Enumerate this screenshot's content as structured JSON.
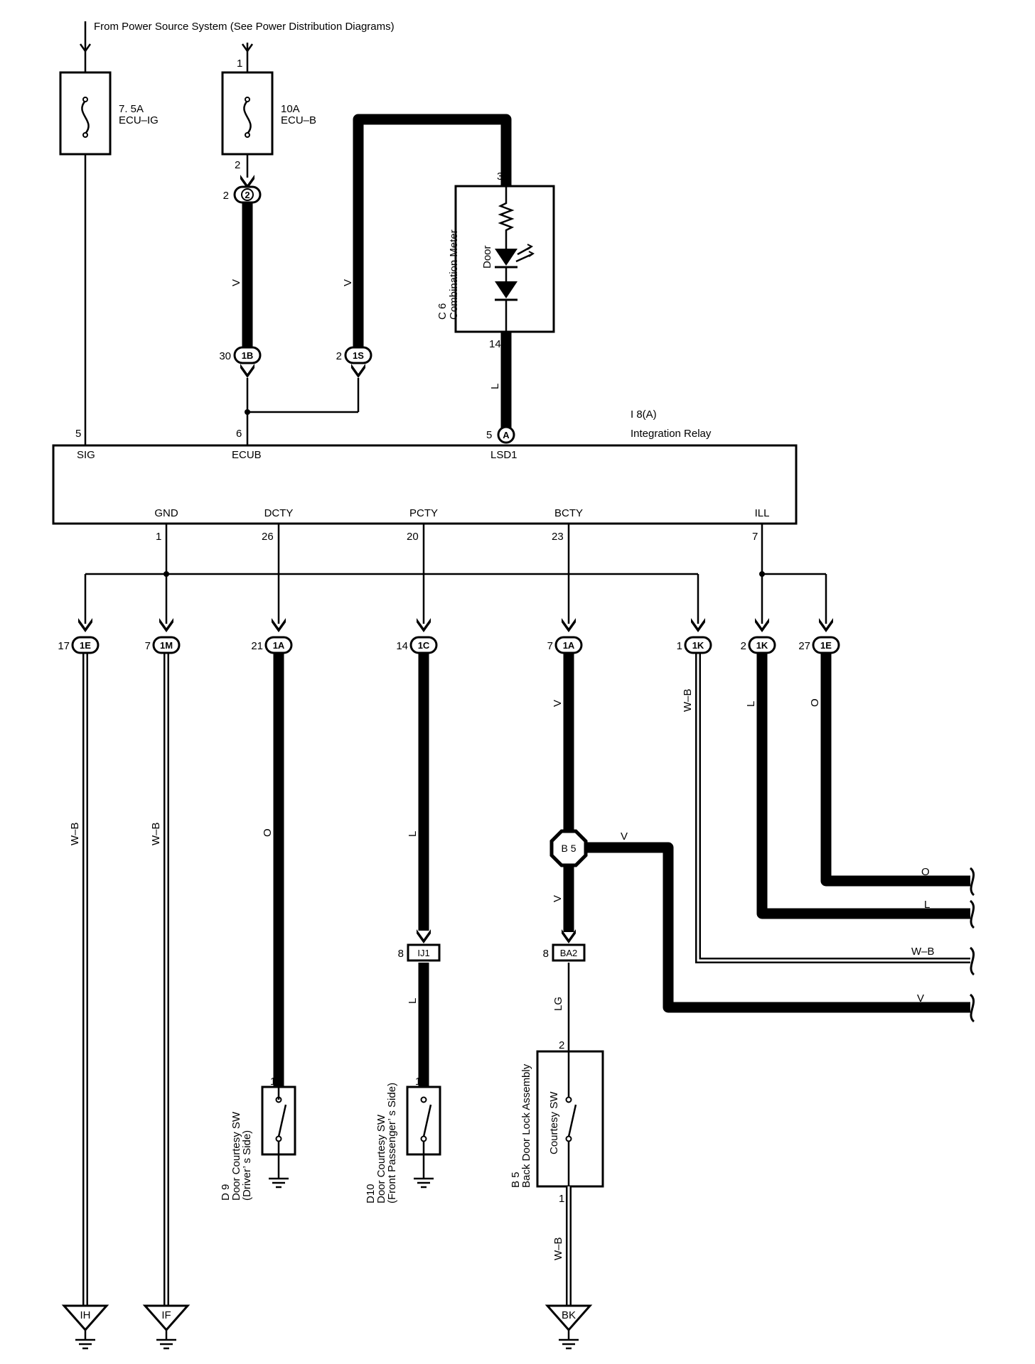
{
  "header": {
    "source_text": "From Power Source System (See Power Distribution Diagrams)"
  },
  "fuses": [
    {
      "rating": "7. 5A",
      "name": "ECU–IG"
    },
    {
      "rating": "10A",
      "name": "ECU–B",
      "pin_in": "1",
      "pin_out": "2"
    }
  ],
  "meter": {
    "code": "C 6",
    "name": "Combination Meter",
    "lamp": "Door",
    "pin_top": "3",
    "pin_bottom": "14"
  },
  "relay": {
    "code": "I 8(A)",
    "name": "Integration Relay",
    "top_pins": [
      {
        "num": "5",
        "name": "SIG"
      },
      {
        "num": "6",
        "name": "ECUB"
      },
      {
        "num": "5",
        "name": "LSD1",
        "conn": "A"
      }
    ],
    "bottom_pins": [
      {
        "num": "1",
        "name": "GND"
      },
      {
        "num": "26",
        "name": "DCTY"
      },
      {
        "num": "20",
        "name": "PCTY"
      },
      {
        "num": "23",
        "name": "BCTY"
      },
      {
        "num": "7",
        "name": "ILL"
      }
    ]
  },
  "upper_connectors": [
    {
      "pin": "2",
      "id": "2"
    },
    {
      "pin": "30",
      "id": "1B"
    },
    {
      "pin": "2",
      "id": "1S"
    }
  ],
  "lower_connectors": [
    {
      "pin": "17",
      "id": "1E"
    },
    {
      "pin": "7",
      "id": "1M"
    },
    {
      "pin": "21",
      "id": "1A"
    },
    {
      "pin": "14",
      "id": "1C"
    },
    {
      "pin": "7",
      "id": "1A"
    },
    {
      "pin": "1",
      "id": "1K"
    },
    {
      "pin": "2",
      "id": "1K"
    },
    {
      "pin": "27",
      "id": "1E"
    }
  ],
  "wire_colors": {
    "v": "V",
    "l": "L",
    "o": "O",
    "wb": "W–B",
    "lg": "LG"
  },
  "junctions": [
    {
      "pin": "8",
      "id": "IJ1"
    },
    {
      "pin": "8",
      "id": "BA2"
    }
  ],
  "splice": "B 5",
  "switches": [
    {
      "code": "D 9",
      "line1": "Door Courtesy SW",
      "line2": "(Driver’ s Side)",
      "pin": "1"
    },
    {
      "code": "D10",
      "line1": "Door Courtesy SW",
      "line2": "(Front Passenger’ s Side)",
      "pin": "1"
    },
    {
      "code": "B 5",
      "line1": "Back Door Lock Assembly",
      "inner": "Courtesy SW",
      "pin_top": "2",
      "pin_bottom": "1"
    }
  ],
  "grounds": [
    "IH",
    "IF",
    "BK"
  ],
  "colors": {
    "ink": "#000000",
    "background": "#ffffff"
  }
}
